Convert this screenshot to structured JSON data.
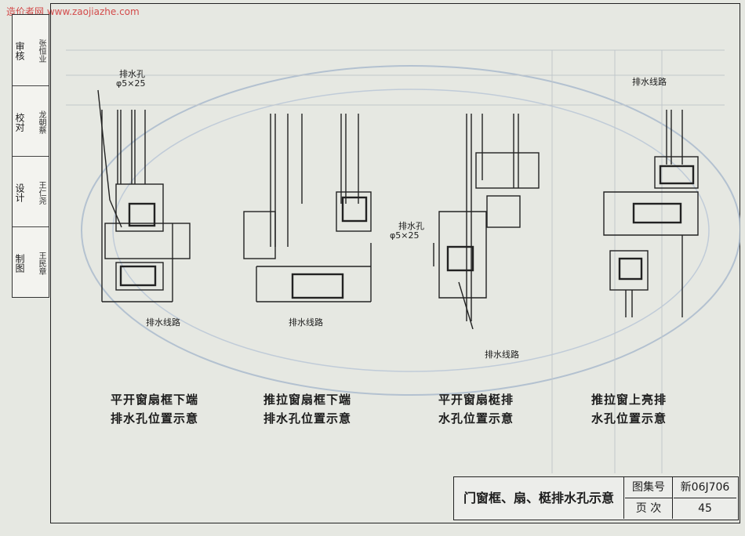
{
  "watermark": "造价者网 www.zaojiazhe.com",
  "sidebar": {
    "cells": [
      {
        "role": "审核",
        "name": "张恒业",
        "signature": "张恒业"
      },
      {
        "role": "校对",
        "name": "龙朝蔡",
        "signature": "龙朝蔡"
      },
      {
        "role": "设计",
        "name": "王仁尧",
        "signature": "王仁尧"
      },
      {
        "role": "制图",
        "name": "王民章",
        "signature": "王民章"
      }
    ]
  },
  "drawings": [
    {
      "caption_line1": "平开窗扇框下端",
      "caption_line2": "排水孔位置示意",
      "labels": [
        "排水孔",
        "φ5×25",
        "排水线路"
      ]
    },
    {
      "caption_line1": "推拉窗扇框下端",
      "caption_line2": "排水孔位置示意",
      "labels": [
        "排水线路"
      ]
    },
    {
      "caption_line1": "平开窗扇梃排",
      "caption_line2": "水孔位置示意",
      "labels": [
        "排水孔",
        "φ5×25",
        "排水线路"
      ]
    },
    {
      "caption_line1": "推拉窗上亮排",
      "caption_line2": "水孔位置示意",
      "labels": [
        "排水线路"
      ]
    }
  ],
  "title_block": {
    "title": "门窗框、扇、梃排水孔示意",
    "atlas_label": "图集号",
    "atlas_number": "新06J706",
    "page_label": "页  次",
    "page_number": "45"
  }
}
